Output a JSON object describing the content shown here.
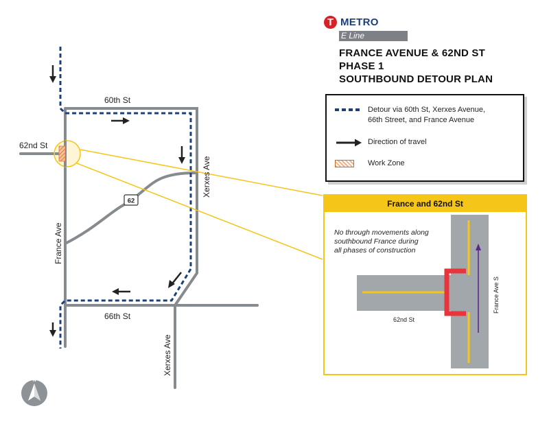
{
  "header": {
    "logo_letter": "T",
    "brand": "METRO",
    "line_name": "E Line",
    "title_lines": [
      "FRANCE AVENUE & 62ND ST",
      "PHASE 1",
      "SOUTHBOUND DETOUR PLAN"
    ]
  },
  "legend": {
    "detour_lines": [
      "Detour via 60th St, Xerxes Avenue,",
      "66th Street, and France Avenue"
    ],
    "direction": "Direction of travel",
    "work_zone": "Work Zone"
  },
  "map": {
    "streets": {
      "st_60": "60th St",
      "st_62": "62nd St",
      "st_66": "66th St",
      "france": "France Ave",
      "xerxes_north": "Xerxes Ave",
      "xerxes_south": "Xerxes Ave",
      "hwy_62": "62"
    },
    "compass": "N",
    "colors": {
      "road": "#868b90",
      "detour": "#1a3f7a",
      "arrow": "#222222",
      "callout": "#f5c518",
      "work": "#e07b39"
    }
  },
  "inset": {
    "title": "France and 62nd St",
    "note_lines": [
      "No through movements along",
      "southbound France during",
      "all phases of construction"
    ],
    "street_62": "62nd St",
    "france_label": "France Ave S",
    "colors": {
      "road": "#a2a7ab",
      "centerline": "#f5c518",
      "barrier": "#e8343c",
      "travel": "#5b2a86"
    }
  }
}
